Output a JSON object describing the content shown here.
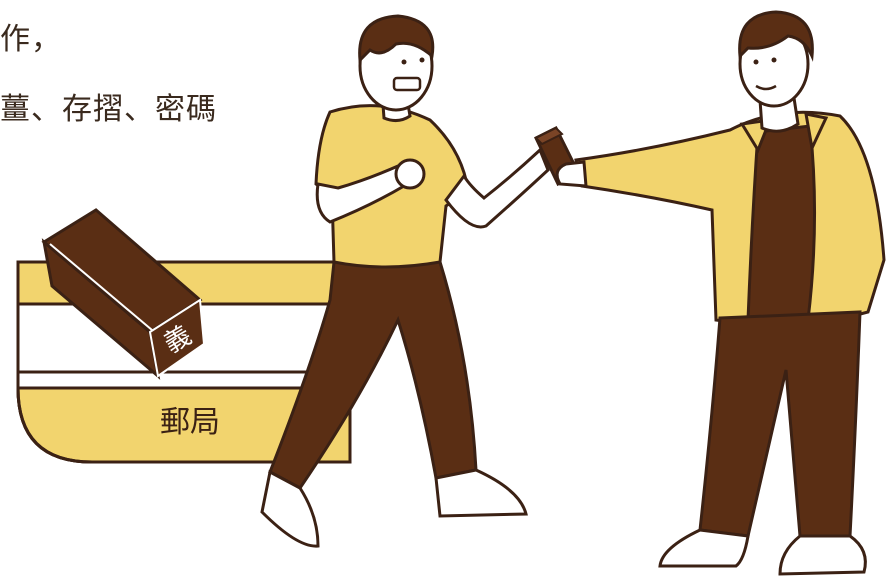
{
  "text_lines": [
    "作，",
    "薑、存摺、密碼"
  ],
  "card_label": "郵局",
  "stamp_char": "義",
  "colors": {
    "yellow": "#F2D46E",
    "brown": "#5A2E14",
    "outline": "#3B2114",
    "skin": "#FFFFFF"
  }
}
